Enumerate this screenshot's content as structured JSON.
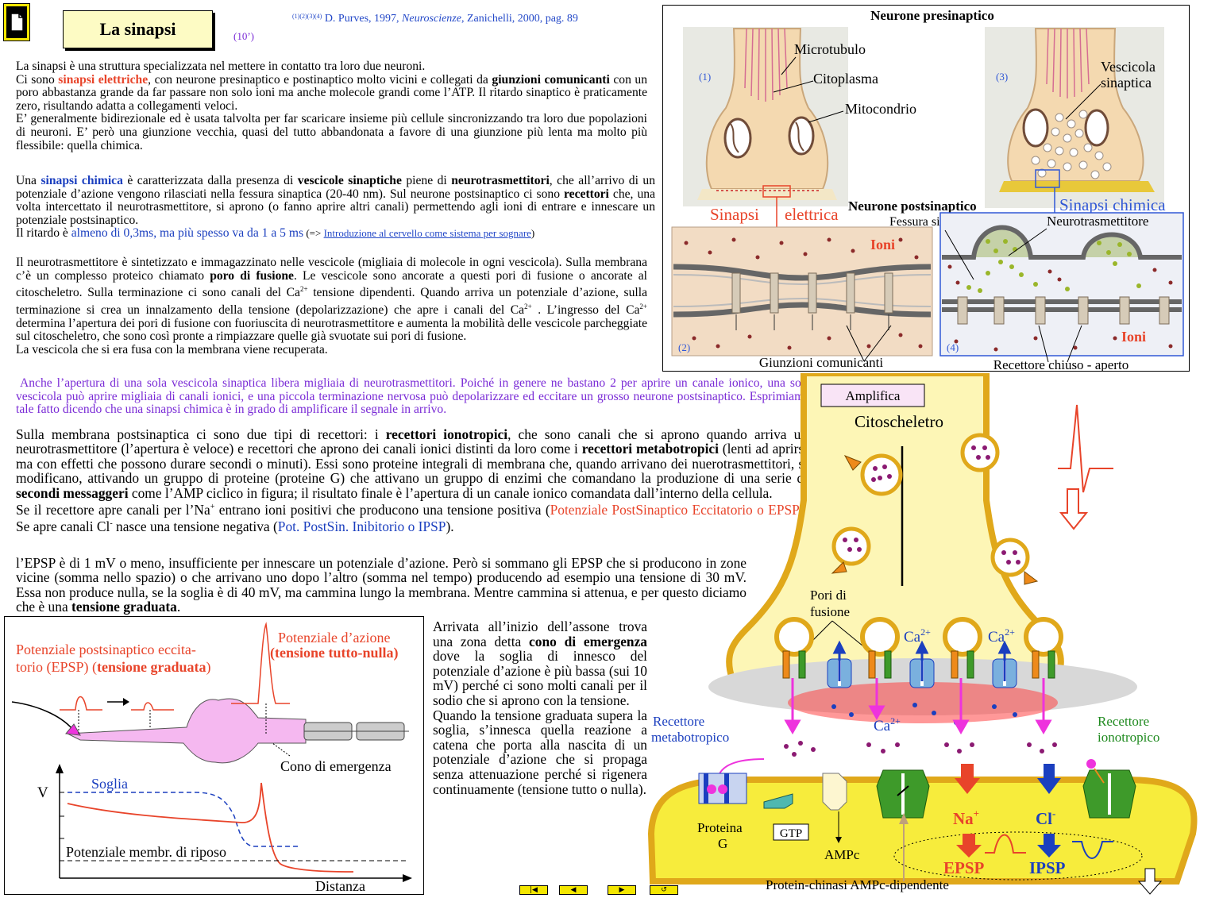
{
  "header": {
    "doc_icon": "document-icon",
    "title": "La sinapsi",
    "duration": "(10’)",
    "refs": "(1)(2)(3)(4)",
    "citation_author": "D. Purves, 1997,",
    "citation_book": "Neuroscienze",
    "citation_rest": ", Zanichelli,  2000, pag. 89"
  },
  "p1": {
    "intro": "La sinapsi è una struttura specializzata nel mettere in contatto tra loro due neuroni.",
    "a": "Ci sono ",
    "elettriche": "sinapsi elettriche",
    "b": ", con neurone presinaptico e postinaptico molto vicini e  collegati  da ",
    "giunzioni": "giunzioni comunicanti",
    "c": "  con un poro abbastanza grande da far passare non solo ioni ma anche molecole grandi come l’ATP.   Il ritardo sinaptico è praticamente zero, risultando adatta a collegamenti veloci.",
    "d": "E’ generalmente bidirezionale  ed è usata talvolta per far scaricare insieme più cellule sincronizzando tra loro due popolazioni di neuroni.  E’ però una giunzione vecchia, quasi del tutto abbandonata a favore di una giunzione più lenta ma molto più flessibile: quella chimica."
  },
  "p2": {
    "a": "Una ",
    "chimica": "sinapsi chimica",
    "b": " è caratterizzata dalla presenza di ",
    "vescicole": "vescicole sinaptiche",
    "c": " piene di ",
    "neuro": "neurotrasmettitori",
    "d": ", che all’arrivo di un potenziale d’azione vengono rilasciati nella fessura sinaptica (20-40 nm). Sul neurone postsinaptico ci sono ",
    "recettori": "recettori",
    "e": " che, una volta intercettato il neurotrasmettitore, si aprono (o fanno aprire altri canali) permettendo agli ioni di entrare e innescare un potenziale postsinaptico.",
    "f": "Il ritardo è ",
    "ritardo": "almeno di 0,3ms, ma più spesso va da 1 a 5 ms",
    "arrow": " (=> ",
    "link": "Introduzione al cervello come sistema per sognare",
    "close": ")"
  },
  "p3": {
    "a": "Il neurotrasmettitore è sintetizzato e immagazzinato nelle vescicole  (migliaia  di  molecole  in  ogni vescicola).  Sulla membrana c’è un complesso proteico chiamato ",
    "poro": "poro di fusione",
    "b": ".  Le vescicole sono ancorate a questi pori di fusione   o ancorate al citoscheletro.  Sulla terminazione ci sono canali del Ca",
    "sup1": "2+",
    "c": " tensione dipendenti.  Quando arriva un potenziale d’azione,  sulla terminazione si crea un innalzamento della tensione (depolarizzazione)  che apre i canali del Ca",
    "sup2": "2+",
    "d": " . L’ingresso del Ca",
    "sup3": "2+",
    "e": " determina l’apertura dei pori di fusione con fuoriuscita di neurotrasmettitore e aumenta la mobilità delle vescicole parcheggiate sul citoscheletro, che sono così pronte a rimpiazzare quelle già svuotate sui pori di fusione.",
    "f": "La vescicola che si era fusa con la membrana viene recuperata."
  },
  "p4": "Anche l’apertura di una sola vescicola sinaptica libera migliaia di neurotrasmettitori. Poiché in genere ne bastano 2 per aprire un canale ionico, una sola vescicola può aprire migliaia di canali ionici, e una piccola terminazione nervosa può depolarizzare ed eccitare un grosso neurone postsinaptico. Esprimiamo tale fatto dicendo che una sinapsi chimica è in grado di amplificare il segnale in arrivo.",
  "p5": {
    "a": "Sulla membrana postsinaptica ci sono due tipi di recettori:   i ",
    "iono": "recettori ionotropici",
    "b": ", che sono canali che si aprono quando arriva un neurotrasmettitore  (l’apertura è veloce)   e recettori che aprono dei canali ionici distinti da loro come i ",
    "meta": "recettori metabotropici",
    "c": "  (lenti ad aprirsi ma con effetti che possono durare secondi o minuti).  Essi sono proteine integrali di membrana che, quando arrivano dei nuerotrasmettitori, si modificano, attivando  un  gruppo  di  proteine (proteine G)   che attivano un gruppo di enzimi che comandano la produzione di una serie di ",
    "secondi": "secondi messaggeri",
    "d": " come l’AMP ciclico in figura; il risultato finale è l’apertura di un canale ionico comandata dall’interno della cellula.",
    "e": "Se il recettore apre canali per l’Na",
    "sup_na": "+",
    "f": " entrano ioni positivi   che   producono   una   tensione   positiva   (",
    "epsp": "Potenziale PostSinaptico Eccitatorio o EPSP",
    "g": ").  Se apre canali Cl",
    "sup_cl": "-",
    "h": " nasce una tensione negativa (",
    "ipsp": "Pot. PostSin. Inibitorio o IPSP",
    "i": ")."
  },
  "p6": {
    "a": "l’EPSP è di 1 mV o meno, insufficiente per innescare un potenziale d’azione.  Però si sommano gli EPSP che si producono in zone vicine (somma nello spazio) o che arrivano uno dopo l’altro (somma nel tempo) producendo ad esempio una tensione di 30 mV.  Essa non produce nulla, se la soglia è di 40 mV, ma cammina lungo la membrana.  Mentre cammina si attenua, e per questo diciamo che è una ",
    "tens": "tensione graduata",
    "b": "."
  },
  "p7": {
    "a": "Arrivata all’inizio dell’assone trova una zona detta ",
    "cono": "cono di emergenza",
    "b": " dove la soglia di innesco del potenziale d’azione è più bassa (sui 10 mV) perché ci sono molti canali per il sodio che si aprono con la tensione.",
    "c": "Quando la tensione   graduata supera la soglia, s’innesca quella reazione a catena che porta alla nascita di un potenziale d’azione  che si propaga senza attenuazione perché si rigenera continuamente (tensione tutto o nulla)."
  },
  "fig_top": {
    "pre_title": "Neurone presinaptico",
    "n1": "(1)",
    "n2": "(2)",
    "n3": "(3)",
    "n4": "(4)",
    "microtubulo": "Microtubulo",
    "citoplasma": "Citoplasma",
    "mitocondrio": "Mitocondrio",
    "vescicola1": "Vescicola",
    "vescicola2": "sinaptica",
    "post_title": "Neurone postsinaptico",
    "fessura": "Fessura sinaptica",
    "sin_el_1": "Sinapsi",
    "sin_el_2": "elettrica",
    "sin_chim": "Sinapsi chimica",
    "neurotrasm": "Neurotrasmettitore",
    "ioni1": "Ioni",
    "ioni2": "Ioni",
    "giunzioni": "Giunzioni comunicanti",
    "recettore": "Recettore chiuso - aperto"
  },
  "fig_right": {
    "amplifica": "Amplifica",
    "citoscheletro": "Citoscheletro",
    "pori1": "Pori di",
    "pori2": "fusione",
    "ca_a": "Ca",
    "ca_b": "Ca",
    "ca_c": "Ca",
    "sup": "2+",
    "rec_meta1": "Recettore",
    "rec_meta2": "metabotropico",
    "rec_iono1": "Recettore",
    "rec_iono2": "ionotropico",
    "proteina1": "Proteina",
    "proteina2": "G",
    "gtp": "GTP",
    "ampc": "AMPc",
    "na": "Na",
    "na_sup": "+",
    "cl": "Cl",
    "cl_sup": "-",
    "epsp": "EPSP",
    "ipsp": "IPSP",
    "kinase": "Protein-chinasi AMPc-dipendente"
  },
  "fig_bottom": {
    "epsp1": "Potenziale postsinaptico eccita-",
    "epsp2a": "torio (EPSP) (",
    "epsp2b": "tensione graduata",
    "epsp2c": ")",
    "pa1": "Potenziale d’azione",
    "pa2": "(tensione tutto-nulla)",
    "cono": "Cono di emergenza",
    "soglia": "Soglia",
    "v": "V",
    "riposo": "Potenziale membr. di riposo",
    "distanza": "Distanza"
  },
  "nav": {
    "first": "first-page-icon",
    "prev": "prev-page-icon",
    "next": "next-page-icon",
    "back": "back-icon"
  },
  "colors": {
    "accent_red": "#e8442a",
    "accent_blue": "#1b3fbf",
    "purple": "#7a2bd6",
    "title_box": "#fdfbc4",
    "nav_yellow": "#f3e600",
    "cytoplasm": "#fbf4b8"
  }
}
